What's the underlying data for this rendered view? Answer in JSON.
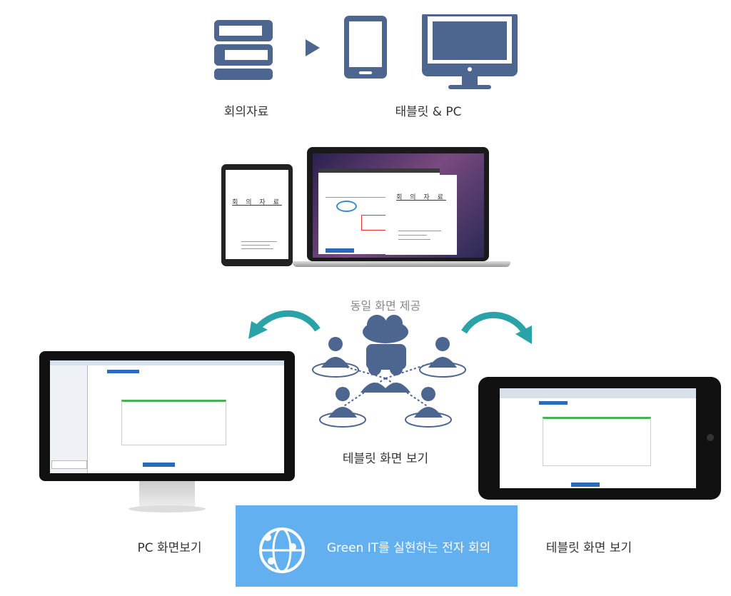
{
  "top": {
    "label_materials": "회의자료",
    "label_devices": "태블릿 & PC"
  },
  "preview": {
    "doc_title": "회 의 자 료"
  },
  "middle": {
    "same_screen": "동일 화면 제공",
    "tablet_view": "테블릿 화면 보기"
  },
  "bottom": {
    "pc_view": "PC 화면보기",
    "banner_text": "Green IT를 실현하는 전자 회의",
    "tablet_view": "테블릿 화면 보기"
  },
  "colors": {
    "icon": "#4d6690",
    "arrow": "#2aa3a8",
    "banner": "#62b0ef"
  }
}
